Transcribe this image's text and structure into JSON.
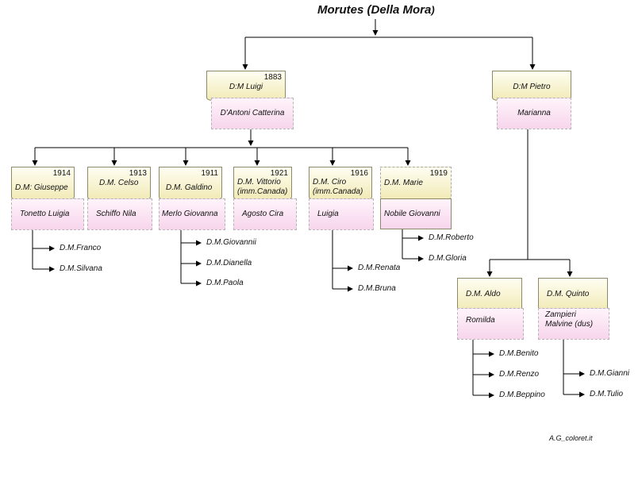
{
  "title": {
    "main": "Morutes (Della Mora",
    "tail": ")"
  },
  "couples": {
    "luigi": {
      "husband": "D:M Luigi",
      "year": "1883",
      "wife": "D'Antoni Catterina"
    },
    "pietro": {
      "husband": "D:M Pietro",
      "year": "",
      "wife": "Marianna"
    },
    "giuseppe": {
      "husband": "D.M: Giuseppe",
      "year": "1914",
      "wife": "Tonetto Luigia"
    },
    "celso": {
      "husband": "D.M. Celso",
      "year": "1913",
      "wife": "Schiffo Nila"
    },
    "galdino": {
      "husband": "D.M. Galdino",
      "year": "1911",
      "wife": "Merlo Giovanna"
    },
    "vittorio": {
      "husband": "D.M. Vittorio\n(imm.Canada)",
      "year": "1921",
      "wife": "Agosto Cira"
    },
    "ciro": {
      "husband": "D.M. Ciro\n(imm.Canada)",
      "year": "1916",
      "wife": "Luigia"
    },
    "marie": {
      "wife": "D.M. Marie",
      "year": "1919",
      "husband": "Nobile Giovanni"
    },
    "aldo": {
      "husband": "D.M. Aldo",
      "year": "",
      "wife": "Romilda"
    },
    "quinto": {
      "husband": "D.M. Quinto",
      "year": "",
      "wife": "Zampieri\nMalvine (dus)"
    }
  },
  "children": {
    "giuseppe": [
      "D.M.Franco",
      "D.M.Silvana"
    ],
    "galdino": [
      "D.M.Giovannii",
      "D.M.Dianella",
      "D.M.Paola"
    ],
    "ciro": [
      "D.M.Renata",
      "D.M.Bruna"
    ],
    "marie": [
      "D.M.Roberto",
      "D.M.Gloria"
    ],
    "aldo": [
      "D.M.Benito",
      "D.M.Renzo",
      "D.M.Beppino"
    ],
    "quinto": [
      "D.M.Gianni",
      "D.M.Tulio"
    ]
  },
  "credit": "A.G_coloret.it"
}
